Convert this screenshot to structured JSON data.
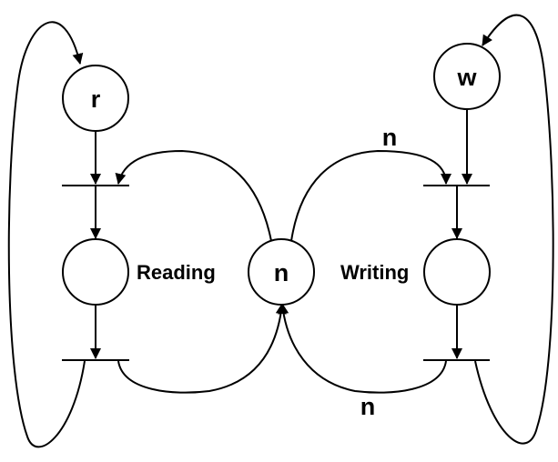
{
  "diagram": {
    "places": {
      "r_token": "r",
      "w_token": "w",
      "shared_token": "n",
      "reading_label": "Reading",
      "writing_label": "Writing"
    },
    "arc_weights": {
      "write_in_weight": "n",
      "write_out_weight": "n"
    }
  }
}
